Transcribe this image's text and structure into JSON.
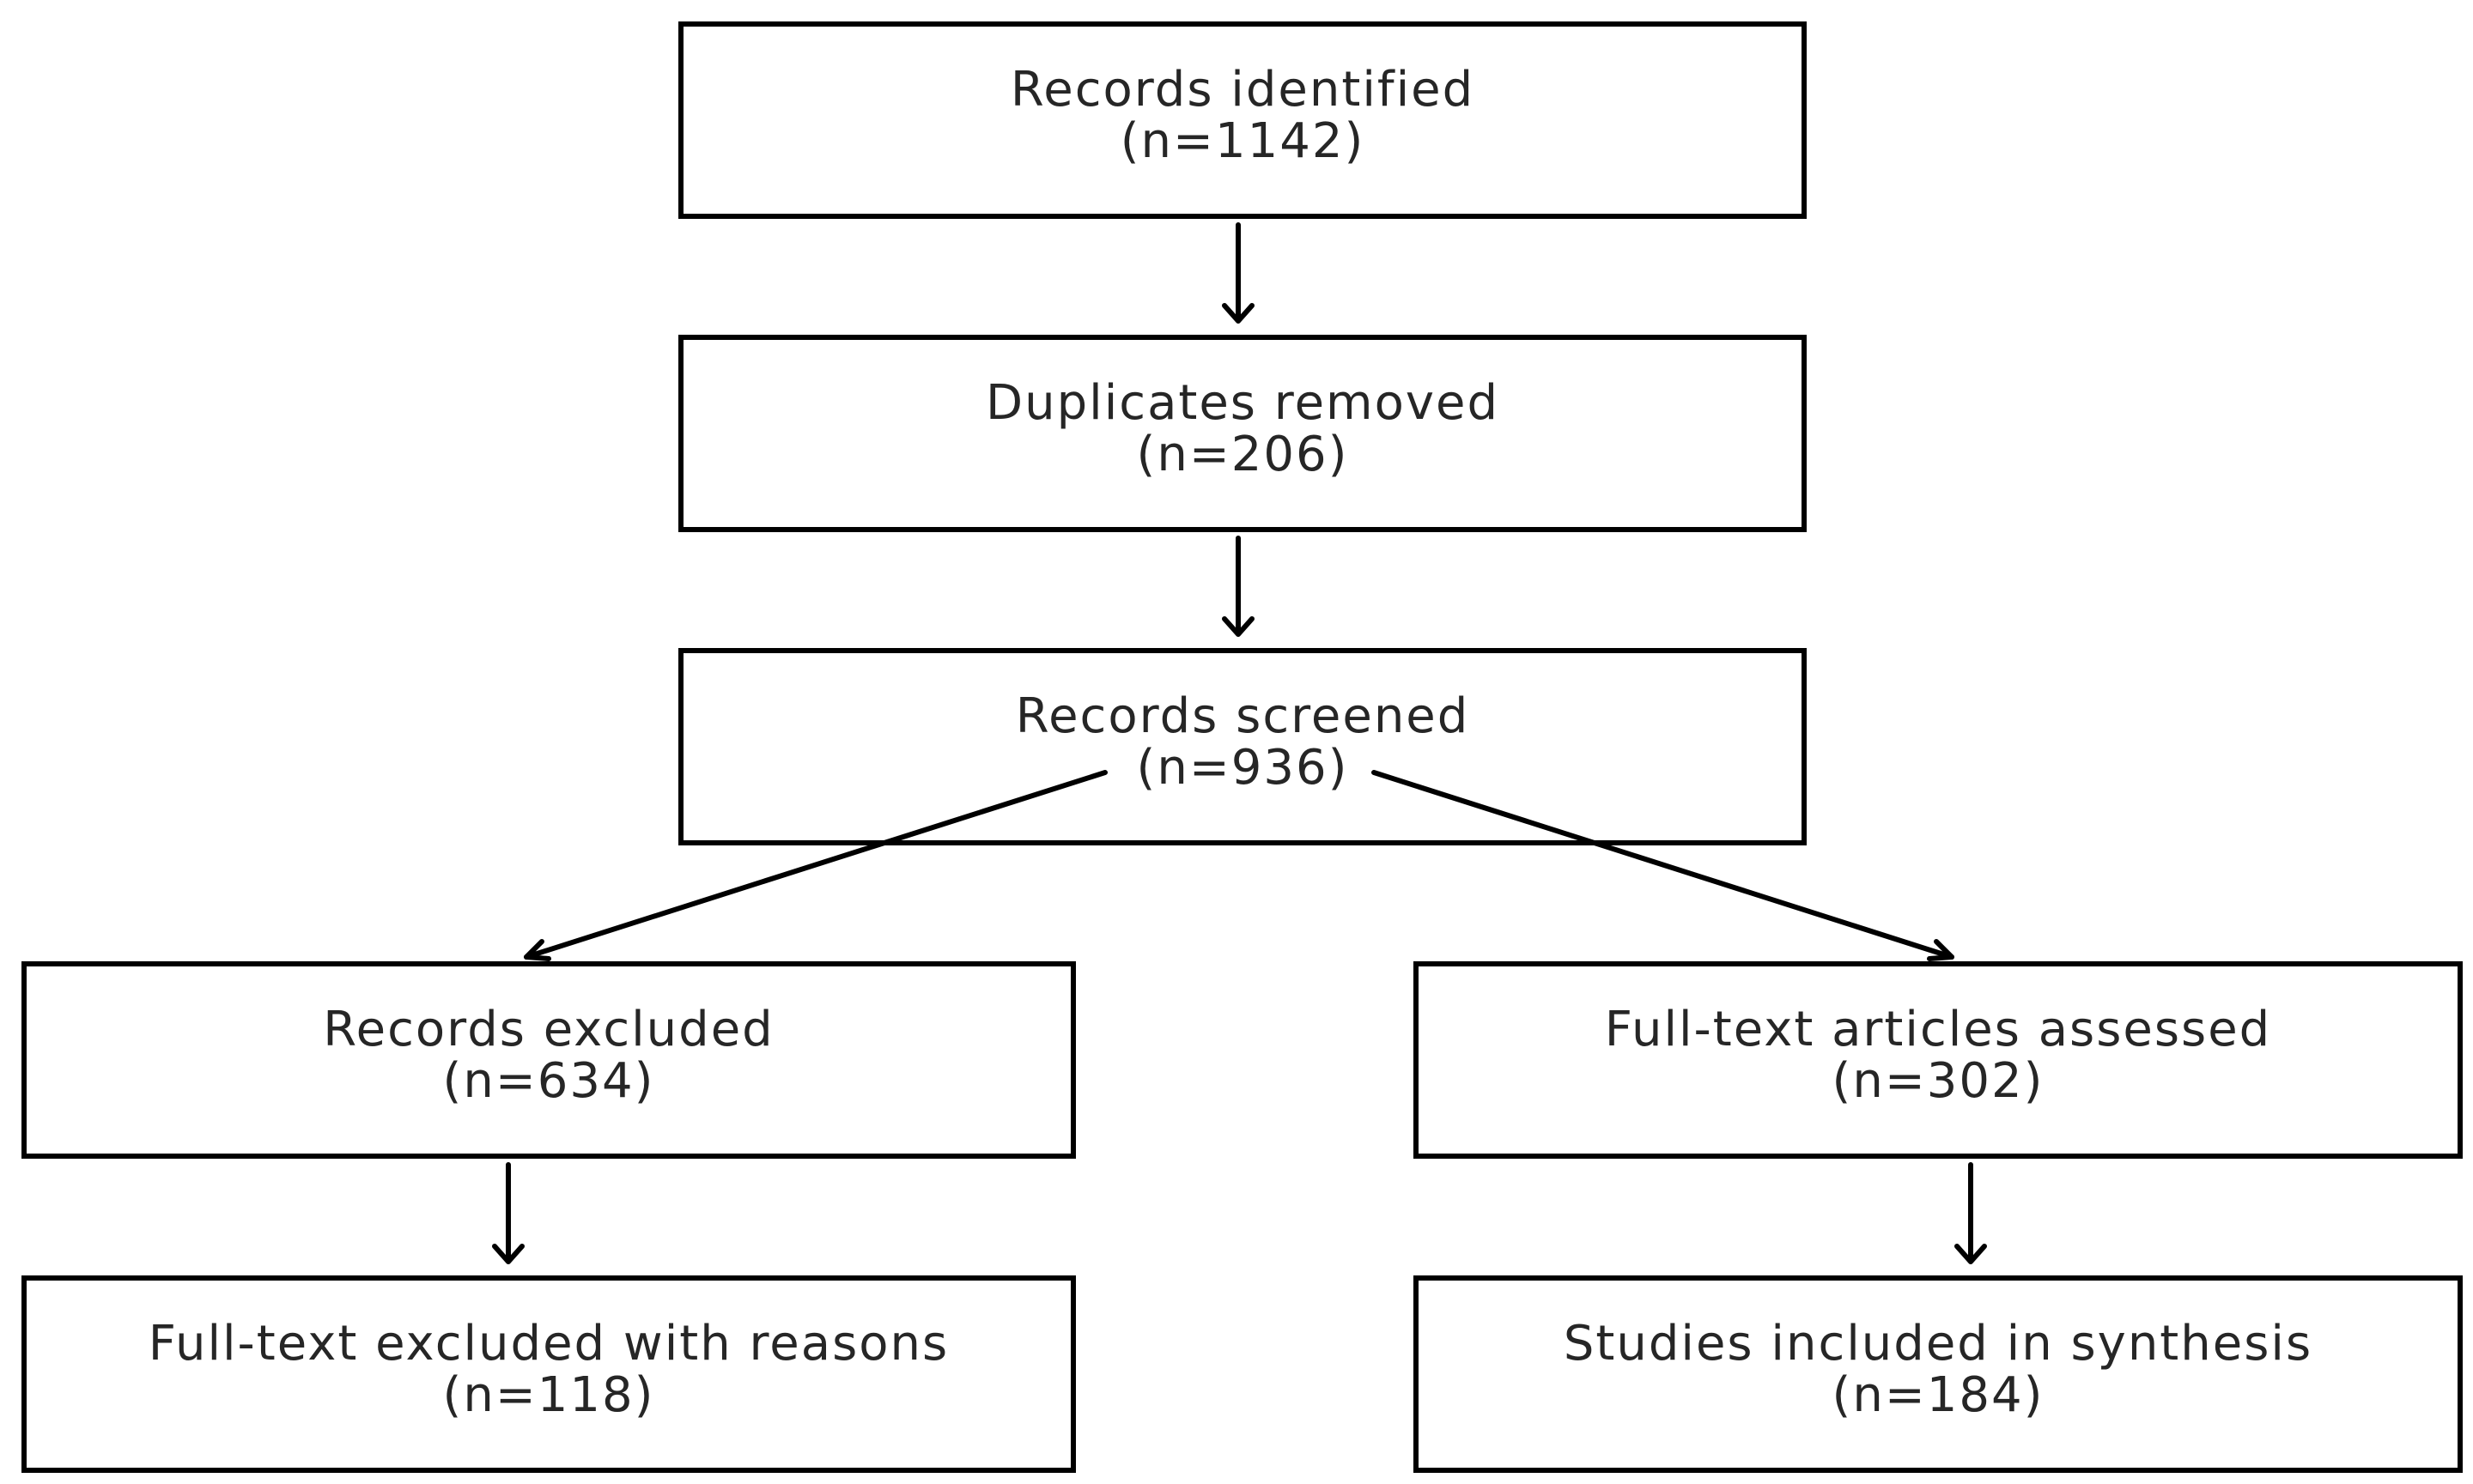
{
  "nodes": {
    "identified": {
      "label": "Records identified",
      "count": "(n=1142)"
    },
    "duplicates": {
      "label": "Duplicates removed",
      "count": "(n=206)"
    },
    "screened": {
      "label": "Records screened",
      "count": "(n=936)"
    },
    "excluded": {
      "label": "Records excluded",
      "count": "(n=634)"
    },
    "fulltext": {
      "label": "Full-text articles assessed",
      "count": "(n=302)"
    },
    "ftexcluded": {
      "label": "Full-text excluded with reasons",
      "count": "(n=118)"
    },
    "included": {
      "label": "Studies included in synthesis",
      "count": "(n=184)"
    }
  },
  "colors": {
    "stroke": "#000000",
    "text": "#262626",
    "background": "#ffffff"
  }
}
